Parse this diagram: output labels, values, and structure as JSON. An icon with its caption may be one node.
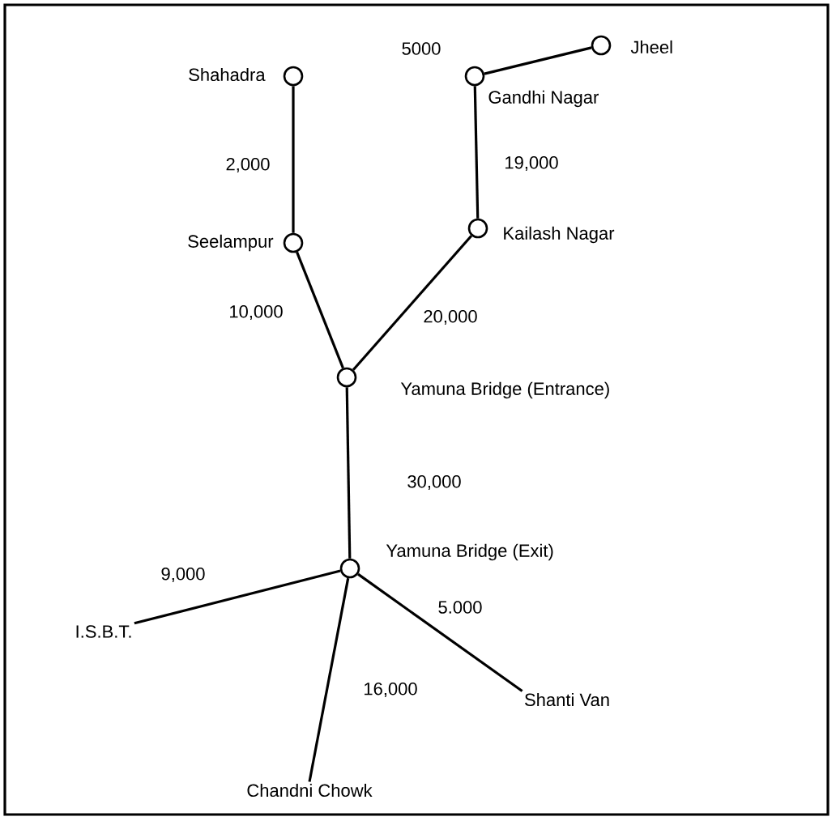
{
  "diagram": {
    "nodes": [
      {
        "text": [],
        "shape": "circle",
        "beside": [
          "Shahadra"
        ]
      },
      {
        "text": [],
        "shape": "circle",
        "beside": [
          "Jheel"
        ]
      },
      {
        "text": [],
        "shape": "circle",
        "beside": [
          "Gandhi Nagar"
        ]
      },
      {
        "text": [],
        "shape": "circle",
        "beside": [
          "Kailash Nagar"
        ]
      },
      {
        "text": [],
        "shape": "circle",
        "beside": [
          "Seelampur"
        ]
      },
      {
        "text": [],
        "shape": "circle",
        "beside": [
          "Yamuna Bridge (Entrance)"
        ]
      },
      {
        "text": [],
        "shape": "circle",
        "beside": [
          "Yamuna Bridge (Exit)"
        ]
      },
      {
        "text": [
          "I.S.B.T."
        ]
      },
      {
        "text": [
          "Shanti Van"
        ]
      },
      {
        "text": [
          "Chandni Chowk"
        ]
      }
    ],
    "edges": [
      {
        "from": 2,
        "to": 1,
        "arrow": "none",
        "label": "5000"
      },
      {
        "from": 0,
        "to": 4,
        "arrow": "none",
        "label": "2,000"
      },
      {
        "from": 2,
        "to": 3,
        "arrow": "none",
        "label": "19,000"
      },
      {
        "from": 4,
        "to": 5,
        "arrow": "none",
        "label": "10,000"
      },
      {
        "from": 3,
        "to": 5,
        "arrow": "none",
        "label": "20,000"
      },
      {
        "from": 5,
        "to": 6,
        "arrow": "none",
        "label": "30,000"
      },
      {
        "from": 6,
        "to": 7,
        "arrow": "none",
        "label": "9,000"
      },
      {
        "from": 6,
        "to": 8,
        "arrow": "none",
        "label": "5.000"
      },
      {
        "from": 6,
        "to": 9,
        "arrow": "none",
        "label": "16,000"
      }
    ]
  }
}
